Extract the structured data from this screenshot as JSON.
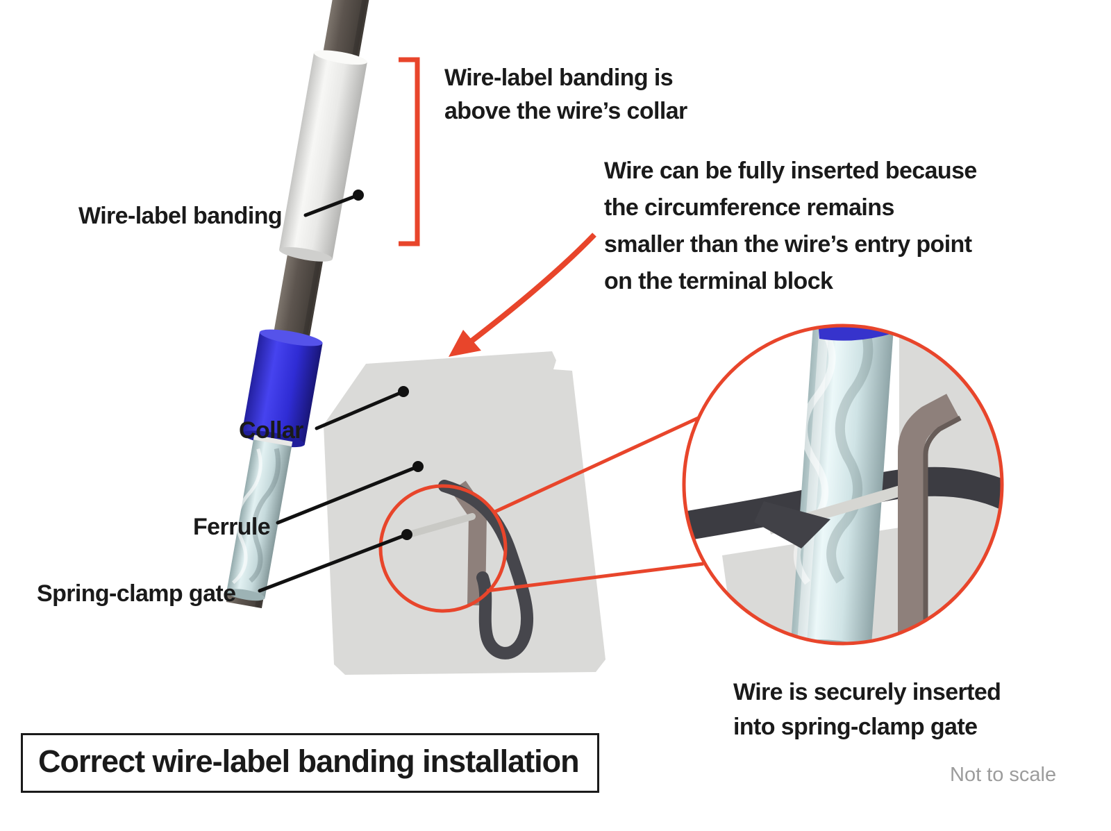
{
  "title": "Correct wire-label banding installation",
  "scale_note": "Not to scale",
  "labels": {
    "wire_label_banding": "Wire-label banding",
    "collar": "Collar",
    "ferrule": "Ferrule",
    "spring_clamp_gate": "Spring-clamp gate"
  },
  "annotations": {
    "banding_above_collar": {
      "line1": "Wire-label banding is",
      "line2": "above the wire’s collar"
    },
    "fully_inserted": {
      "line1": "Wire can be fully inserted because",
      "line2": "the circumference remains",
      "line3": "smaller than the wire’s entry point",
      "line4": "on the terminal block"
    },
    "securely_inserted": {
      "line1": "Wire is securely inserted",
      "line2": "into spring-clamp gate"
    }
  },
  "colors": {
    "accent_red": "#e8452b",
    "collar_blue": "#2f2cd4",
    "wire_dark": "#5d554f",
    "banding_white": "#eeeeec",
    "ferrule_metal": "#c6dadc",
    "terminal_block_gray": "#dadad8",
    "clamp_dark": "#46464c",
    "clamp_taupe": "#8e807b",
    "text_black": "#1a1a1a",
    "muted_gray": "#9c9c9c"
  }
}
